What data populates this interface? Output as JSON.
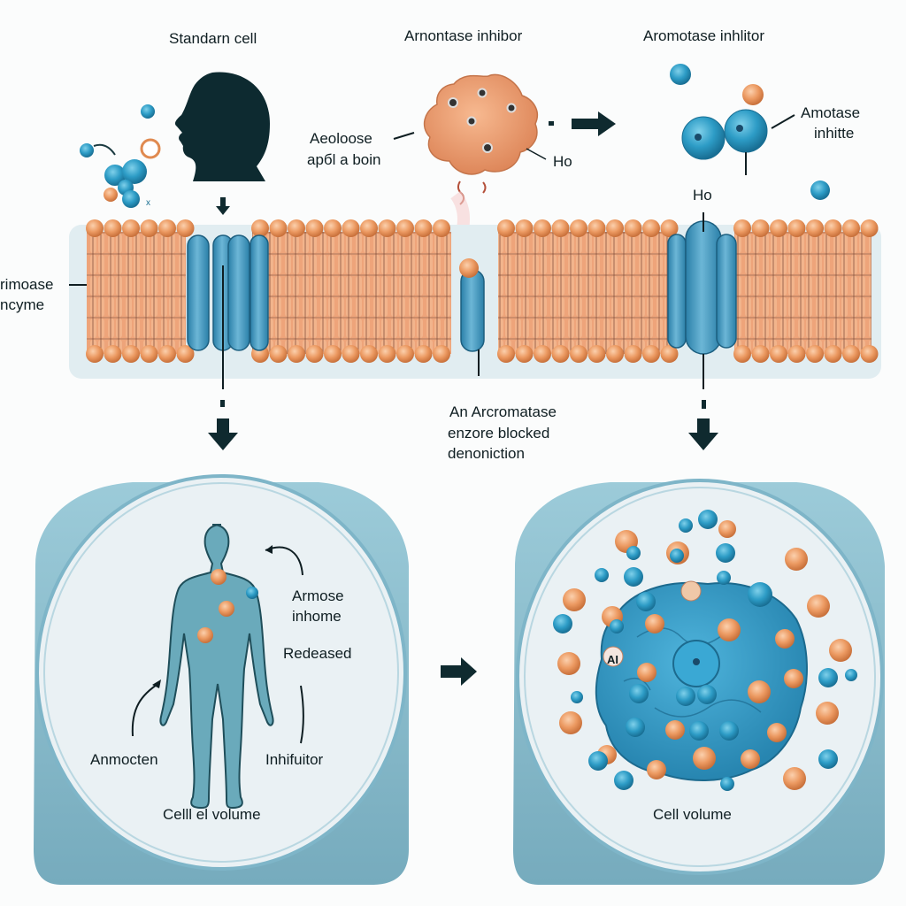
{
  "titles": {
    "left": "Standarn cell",
    "center": "Arnontase inhibor",
    "right": "Aromotase inhlitor"
  },
  "labels": {
    "aromatase_cell_brain": [
      "Aeoloose",
      "aрбl a boin"
    ],
    "ho_top": "Ho",
    "ho_membrane": "Ho",
    "inhibitor_right": [
      "Amotase",
      "inhitte"
    ],
    "enzyme_left": [
      "rimoase",
      "ncyme"
    ],
    "blocked_center": [
      "An Arcromatase",
      "enzore blocked",
      "denoniction"
    ]
  },
  "panel_left": {
    "label_top_right": [
      "Armose",
      "inhome"
    ],
    "label_released": "Redeased",
    "label_bottom_left": "Anmocten",
    "label_bottom_right": "Inhifuitor",
    "caption": "Celll el volume"
  },
  "panel_right": {
    "nucleus_tag": "AI",
    "caption": "Cell volume"
  },
  "colors": {
    "orange": "#e8935c",
    "orange_dark": "#c96a35",
    "blue": "#2f95bd",
    "blue_dark": "#1a6f92",
    "membrane_bg": "#e4eef2",
    "panel_frame": "#8fc0cf",
    "panel_inner": "#eef3f5",
    "text": "#0f1e22"
  }
}
